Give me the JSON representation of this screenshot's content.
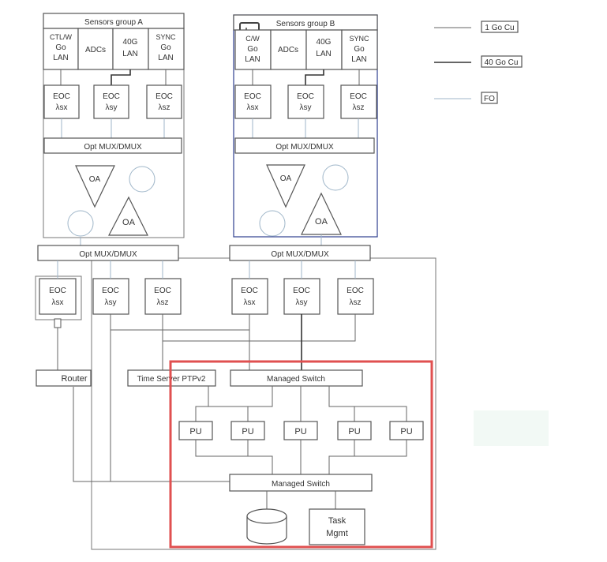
{
  "group_a": {
    "title": "Sensors group A",
    "cells": [
      [
        "CTL/W",
        "Go",
        "LAN"
      ],
      [
        "ADCs"
      ],
      [
        "40G",
        "LAN"
      ],
      [
        "SYNC",
        "Go",
        "LAN"
      ]
    ],
    "eocs": [
      [
        "EOC",
        "λsx"
      ],
      [
        "EOC",
        "λsy"
      ],
      [
        "EOC",
        "λsz"
      ]
    ],
    "mux": "Opt MUX/DMUX",
    "oa_small": "OA",
    "oa_large": "OA"
  },
  "group_b": {
    "title": "Sensors group B",
    "cells": [
      [
        "C/W",
        "Go",
        "LAN"
      ],
      [
        "ADCs"
      ],
      [
        "40G",
        "LAN"
      ],
      [
        "SYNC",
        "Go",
        "LAN"
      ]
    ],
    "eocs": [
      [
        "EOC",
        "λsx"
      ],
      [
        "EOC",
        "λsy"
      ],
      [
        "EOC",
        "λsz"
      ]
    ],
    "mux": "Opt MUX/DMUX",
    "oa_small": "OA",
    "oa_large": "OA"
  },
  "legend": {
    "items": [
      {
        "label": "1 Go Cu",
        "style": "cu1"
      },
      {
        "label": "40 Go Cu",
        "style": "cu40"
      },
      {
        "label": "FO",
        "style": "fo"
      }
    ]
  },
  "processing": {
    "mux_left": "Opt MUX/DMUX",
    "mux_right": "Opt MUX/DMUX",
    "eoc_left": [
      "EOC",
      "λsx"
    ],
    "eocs": [
      [
        "EOC",
        "λsy"
      ],
      [
        "EOC",
        "λsz"
      ],
      [
        "EOC",
        "λsx"
      ],
      [
        "EOC",
        "λsy"
      ],
      [
        "EOC",
        "λsz"
      ]
    ],
    "router": "Router",
    "time_server": "Time Server PTPv2",
    "switch_top": "Managed Switch",
    "pus": [
      "PU",
      "PU",
      "PU",
      "PU",
      "PU"
    ],
    "switch_bottom": "Managed Switch",
    "task": [
      "Task",
      "Mgmt"
    ]
  },
  "colors": {
    "group_b_border": "#2f3f8f",
    "highlight": "#e05050",
    "fiber": "#9fb6c9"
  }
}
